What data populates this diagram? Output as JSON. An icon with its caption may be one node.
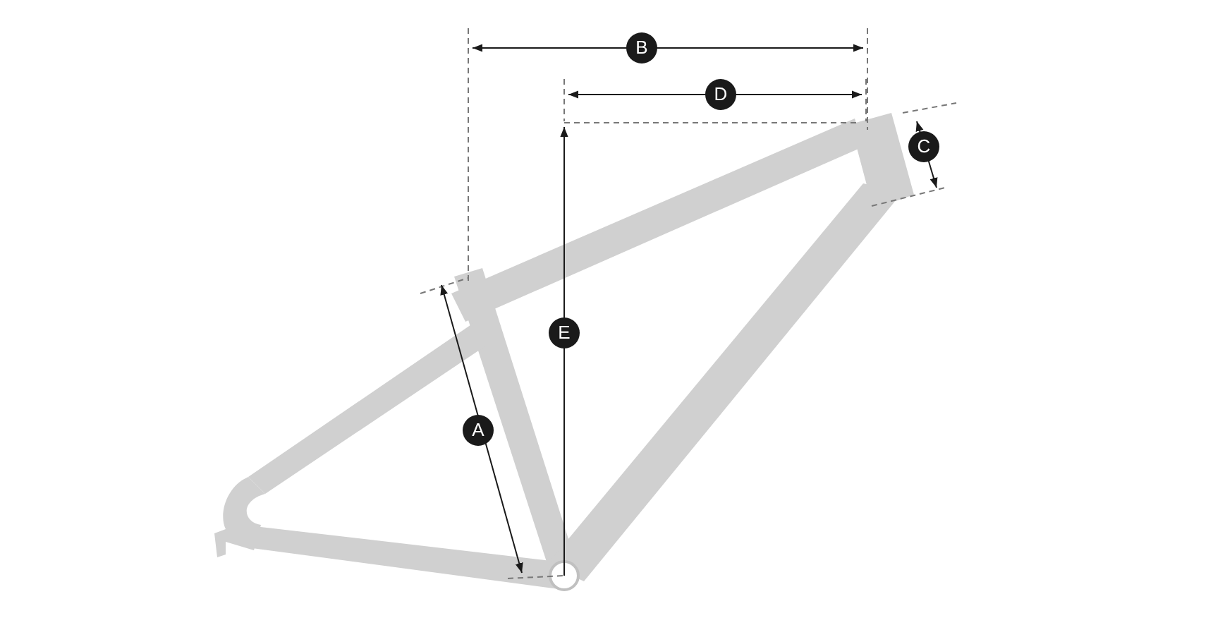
{
  "diagram": {
    "labels": [
      "B",
      "D",
      "C",
      "E",
      "A"
    ]
  }
}
